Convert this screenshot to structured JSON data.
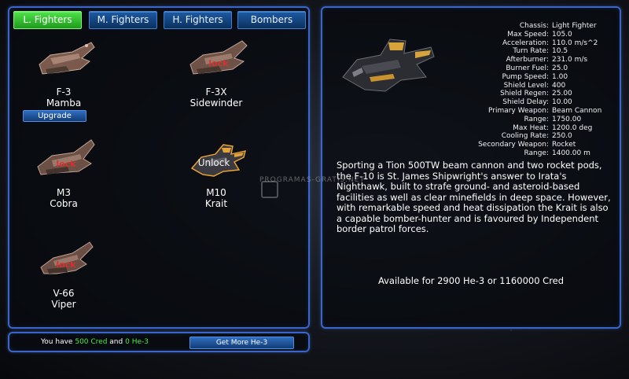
{
  "tabs": [
    {
      "label": "L. Fighters",
      "active": true
    },
    {
      "label": "M. Fighters",
      "active": false
    },
    {
      "label": "H. Fighters",
      "active": false
    },
    {
      "label": "Bombers",
      "active": false
    }
  ],
  "ships": [
    {
      "name": "F-3",
      "model": "Mamba",
      "status": "owned",
      "upgrade_label": "Upgrade"
    },
    {
      "name": "F-3X",
      "model": "Sidewinder",
      "status": "locked",
      "lock_label": "lock"
    },
    {
      "name": "M3",
      "model": "Cobra",
      "status": "locked",
      "lock_label": "lock"
    },
    {
      "name": "M10",
      "model": "Krait",
      "status": "unlockable",
      "unlock_label": "Unlock"
    },
    {
      "name": "V-66",
      "model": "Viper",
      "status": "locked",
      "lock_label": "lock"
    }
  ],
  "details": {
    "stats": [
      {
        "label": "Chassis:",
        "value": "Light Fighter"
      },
      {
        "label": "Max Speed:",
        "value": "105.0"
      },
      {
        "label": "Acceleration:",
        "value": "110.0 m/s^2"
      },
      {
        "label": "Turn Rate:",
        "value": "10.5"
      },
      {
        "label": "Afterburner:",
        "value": "231.0 m/s"
      },
      {
        "label": "Burner Fuel:",
        "value": "25.0"
      },
      {
        "label": "Pump Speed:",
        "value": "1.00"
      },
      {
        "label": "Shield Level:",
        "value": "400"
      },
      {
        "label": "Shield Regen:",
        "value": "25.00"
      },
      {
        "label": "Shield Delay:",
        "value": "10.00"
      },
      {
        "label": "Primary Weapon:",
        "value": "Beam Cannon"
      },
      {
        "label": "Range:",
        "value": "1750.00"
      },
      {
        "label": "Max Heat:",
        "value": "1200.0 deg"
      },
      {
        "label": "Cooling Rate:",
        "value": "250.0"
      },
      {
        "label": "Secondary Weapon:",
        "value": "Rocket"
      },
      {
        "label": "Range:",
        "value": "1400.00 m"
      }
    ],
    "description": "Sporting a Tion 500TW beam cannon and two rocket pods, the F-10 is St. James Shipwright's answer to Irata's Nighthawk, built to strafe ground- and asteroid-based facilities as well as clear minefields in deep space. However, with remarkable speed and heat dissipation the Krait is also a capable bomber-hunter and is favoured by Independent border patrol forces.",
    "availability": "Available for 2900 He-3 or 1160000 Cred"
  },
  "wallet": {
    "prefix": "You have",
    "cred": "500 Cred",
    "middle": "and",
    "he3": "0 He-3",
    "get_more_label": "Get More He-3"
  },
  "watermark": "PROGRAMAS-GRATIS.NET",
  "colors": {
    "panel_border": "#3a66c8",
    "active_tab": "#3fcf3b",
    "tab": "#1d5aa3",
    "currency_green": "#4bea4b",
    "lock_red": "#e03030"
  }
}
